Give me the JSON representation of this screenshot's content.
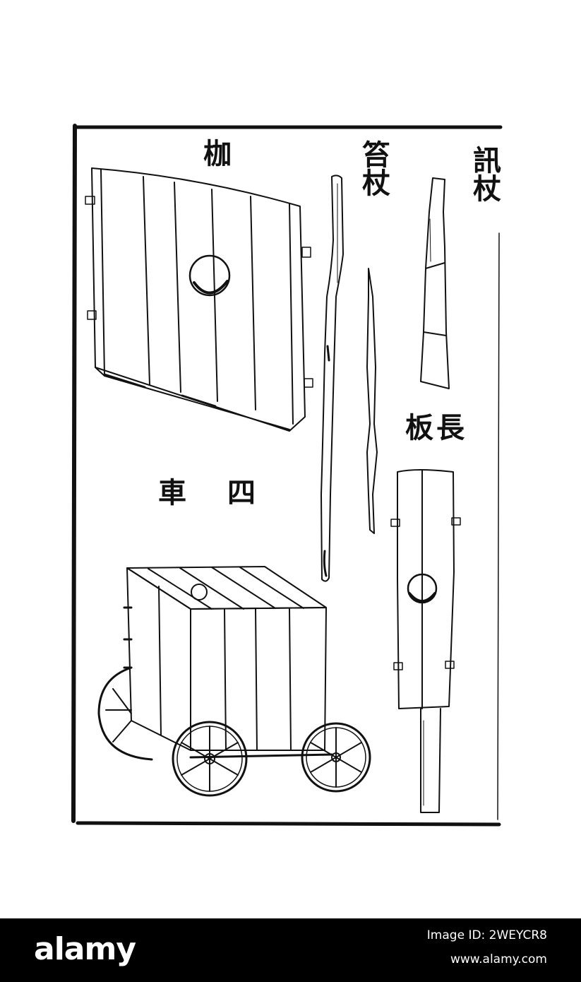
{
  "labels": {
    "jia": "枷",
    "chizhang": "笞杖",
    "xunzhang": "訊杖",
    "changban": "長板",
    "qiuche_si": "四",
    "qiuche_che": "車"
  },
  "footer": {
    "logo": "alamy",
    "image_id": "Image ID: 2WEYCR8",
    "url": "www.alamy.com"
  },
  "colors": {
    "ink": "#111111",
    "paper": "#ffffff",
    "footer_bg": "#000000",
    "footer_text": "#ffffff"
  }
}
